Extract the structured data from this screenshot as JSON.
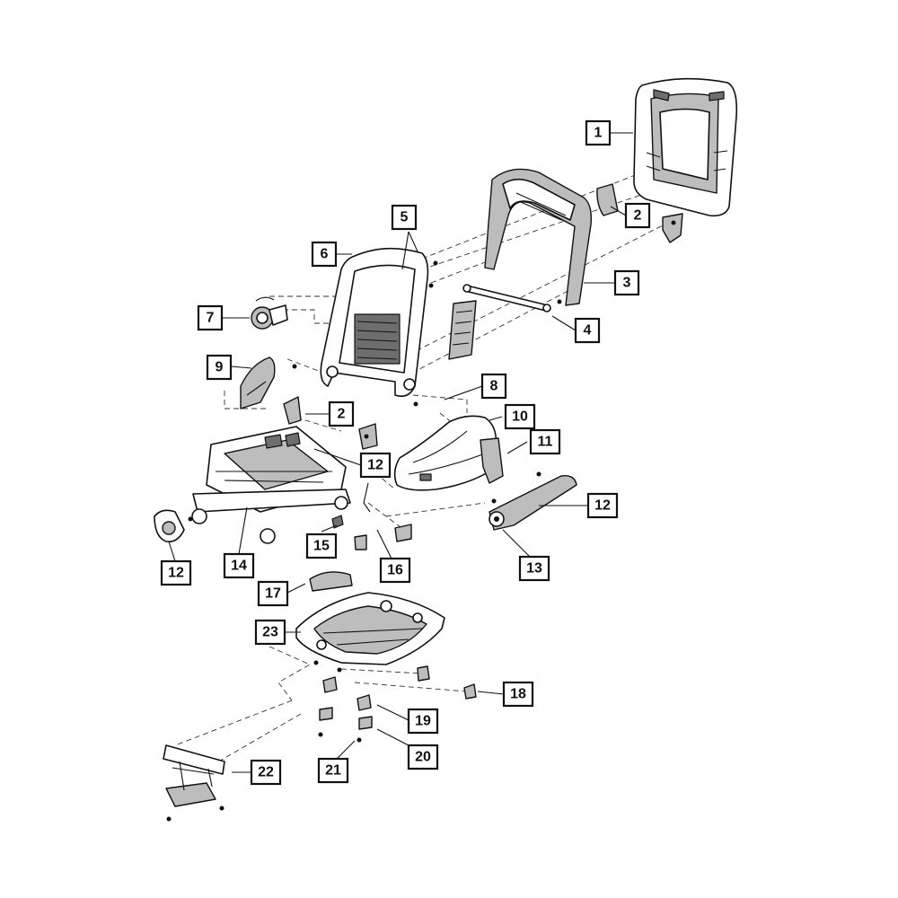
{
  "diagram": {
    "callouts": [
      {
        "id": "c1",
        "label": "1"
      },
      {
        "id": "c2a",
        "label": "2"
      },
      {
        "id": "c3",
        "label": "3"
      },
      {
        "id": "c4",
        "label": "4"
      },
      {
        "id": "c5",
        "label": "5"
      },
      {
        "id": "c6",
        "label": "6"
      },
      {
        "id": "c7",
        "label": "7"
      },
      {
        "id": "c8",
        "label": "8"
      },
      {
        "id": "c9",
        "label": "9"
      },
      {
        "id": "c2b",
        "label": "2"
      },
      {
        "id": "c10",
        "label": "10"
      },
      {
        "id": "c11",
        "label": "11"
      },
      {
        "id": "c12a",
        "label": "12"
      },
      {
        "id": "c12b",
        "label": "12"
      },
      {
        "id": "c12c",
        "label": "12"
      },
      {
        "id": "c13",
        "label": "13"
      },
      {
        "id": "c14",
        "label": "14"
      },
      {
        "id": "c15",
        "label": "15"
      },
      {
        "id": "c16",
        "label": "16"
      },
      {
        "id": "c17",
        "label": "17"
      },
      {
        "id": "c18",
        "label": "18"
      },
      {
        "id": "c19",
        "label": "19"
      },
      {
        "id": "c20",
        "label": "20"
      },
      {
        "id": "c21",
        "label": "21"
      },
      {
        "id": "c22",
        "label": "22"
      },
      {
        "id": "c23",
        "label": "23"
      }
    ]
  }
}
